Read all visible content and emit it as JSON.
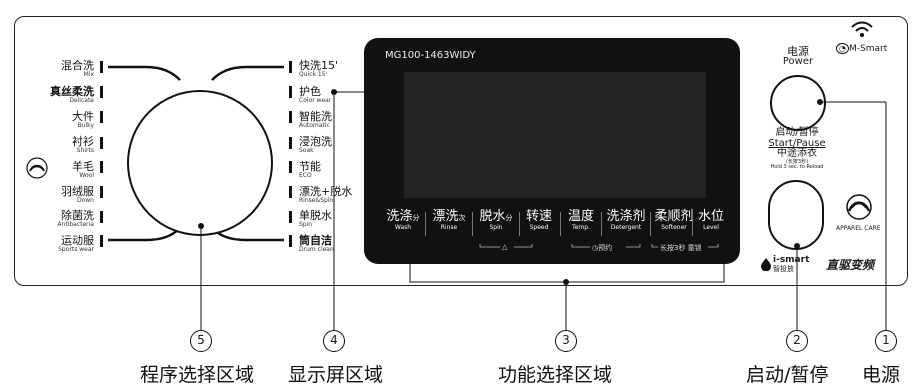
{
  "programs_left": [
    {
      "cn": "混合洗",
      "en": "Mix",
      "bold": false
    },
    {
      "cn": "真丝柔洗",
      "en": "Delicate",
      "bold": true
    },
    {
      "cn": "大件",
      "en": "Bulky",
      "bold": false
    },
    {
      "cn": "衬衫",
      "en": "Shirts",
      "bold": false
    },
    {
      "cn": "羊毛",
      "en": "Wool",
      "bold": false
    },
    {
      "cn": "羽绒服",
      "en": "Down",
      "bold": false
    },
    {
      "cn": "除菌洗",
      "en": "Antibacteria",
      "bold": false
    },
    {
      "cn": "运动服",
      "en": "Sports wear",
      "bold": false
    }
  ],
  "programs_right": [
    {
      "cn": "快洗15'",
      "en": "Quick 15'",
      "bold": false
    },
    {
      "cn": "护色",
      "en": "Color wear",
      "bold": false
    },
    {
      "cn": "智能洗",
      "en": "Automatic",
      "bold": false
    },
    {
      "cn": "浸泡洗",
      "en": "Soak",
      "bold": false
    },
    {
      "cn": "节能",
      "en": "ECO",
      "bold": false
    },
    {
      "cn": "漂洗+脱水",
      "en": "Rinse&Spin",
      "bold": false
    },
    {
      "cn": "单脱水",
      "en": "Spin",
      "bold": false
    },
    {
      "cn": "筒自洁",
      "en": "Drum clean",
      "bold": true
    }
  ],
  "display": {
    "model": "MG100-1463WIDY",
    "functions": [
      {
        "cn": "洗涤",
        "suffix": "分",
        "en": "Wash"
      },
      {
        "cn": "漂洗",
        "suffix": "次",
        "en": "Rinse"
      },
      {
        "cn": "脱水",
        "suffix": "分",
        "en": "Spin"
      },
      {
        "cn": "转速",
        "suffix": "",
        "en": "Speed"
      },
      {
        "cn": "温度",
        "suffix": "",
        "en": "Temp."
      },
      {
        "cn": "洗涤剂",
        "suffix": "",
        "en": "Detergent"
      },
      {
        "cn": "柔顺剂",
        "suffix": "",
        "en": "Softener"
      },
      {
        "cn": "水位",
        "suffix": "",
        "en": "Level"
      }
    ],
    "sub_lock": "△",
    "sub_delay": "◷预约",
    "sub_hold": "长按3秒 童锁"
  },
  "power": {
    "cn": "电源",
    "en": "Power"
  },
  "start": {
    "cn": "启动/暂停",
    "en": "Start/Pause",
    "reload_cn": "中途添衣",
    "reload_hint": "(长按3秒)",
    "reload_en": "Hold 3 sec. to Reload"
  },
  "brand": {
    "wifi_label": "M-Smart",
    "ismart": "i-smart",
    "ismart_cn": "智投放",
    "apparel": "APPAREL CARE",
    "logo_text": "直驱变频"
  },
  "callouts": [
    {
      "num": "1",
      "label": "电源"
    },
    {
      "num": "2",
      "label": "启动/暂停"
    },
    {
      "num": "3",
      "label": "功能选择区域"
    },
    {
      "num": "4",
      "label": "显示屏区域"
    },
    {
      "num": "5",
      "label": "程序选择区域"
    }
  ]
}
